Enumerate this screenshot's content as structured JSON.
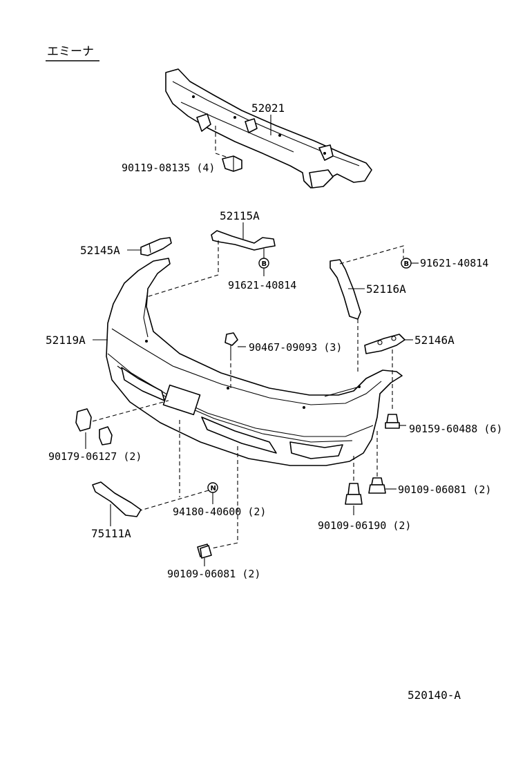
{
  "header": {
    "title": "エミーナ"
  },
  "diagram_id": "520140-A",
  "parts": {
    "reinforcement": "52021",
    "reinforcement_bolt": "90119-08135 (4)",
    "retainer_center_left": "52115A",
    "retainer_center_right": "52116A",
    "clip_left": "91621-40814",
    "clip_right": "91621-40814",
    "support_left": "52145A",
    "support_right": "52146A",
    "bumper_cover": "52119A",
    "clip_center": "90467-09093 (3)",
    "nut_left": "90179-06127 (2)",
    "screw_right": "90159-60488 (6)",
    "bolt_right_small": "90109-06081 (2)",
    "bolt_center_bottom": "90109-06190 (2)",
    "nut_n": "94180-40600 (2)",
    "license_bracket": "75111A",
    "bolt_bottom": "90109-06081 (2)"
  },
  "markers": {
    "b_left": "B",
    "b_right": "B",
    "n_mark": "N"
  }
}
